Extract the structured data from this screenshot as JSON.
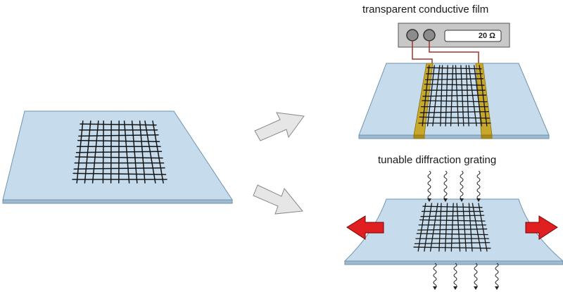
{
  "captions": {
    "top": "transparent conductive film",
    "bottom": "tunable diffraction grating"
  },
  "meter": {
    "readout": "20 Ω"
  },
  "colors": {
    "glass_fill": "#c6dcec",
    "glass_edge": "#8fb0c8",
    "wire": "#141414",
    "electrode": "#c8a82a",
    "lead": "#a43232",
    "meter_body": "#c8c8c8",
    "stretch_arrow": "#e02020",
    "process_arrow": "#e6e6e6"
  },
  "icons": {
    "stretch": "red-stretch-arrow",
    "process": "grey-block-arrow",
    "light": "wavy-light-ray"
  }
}
